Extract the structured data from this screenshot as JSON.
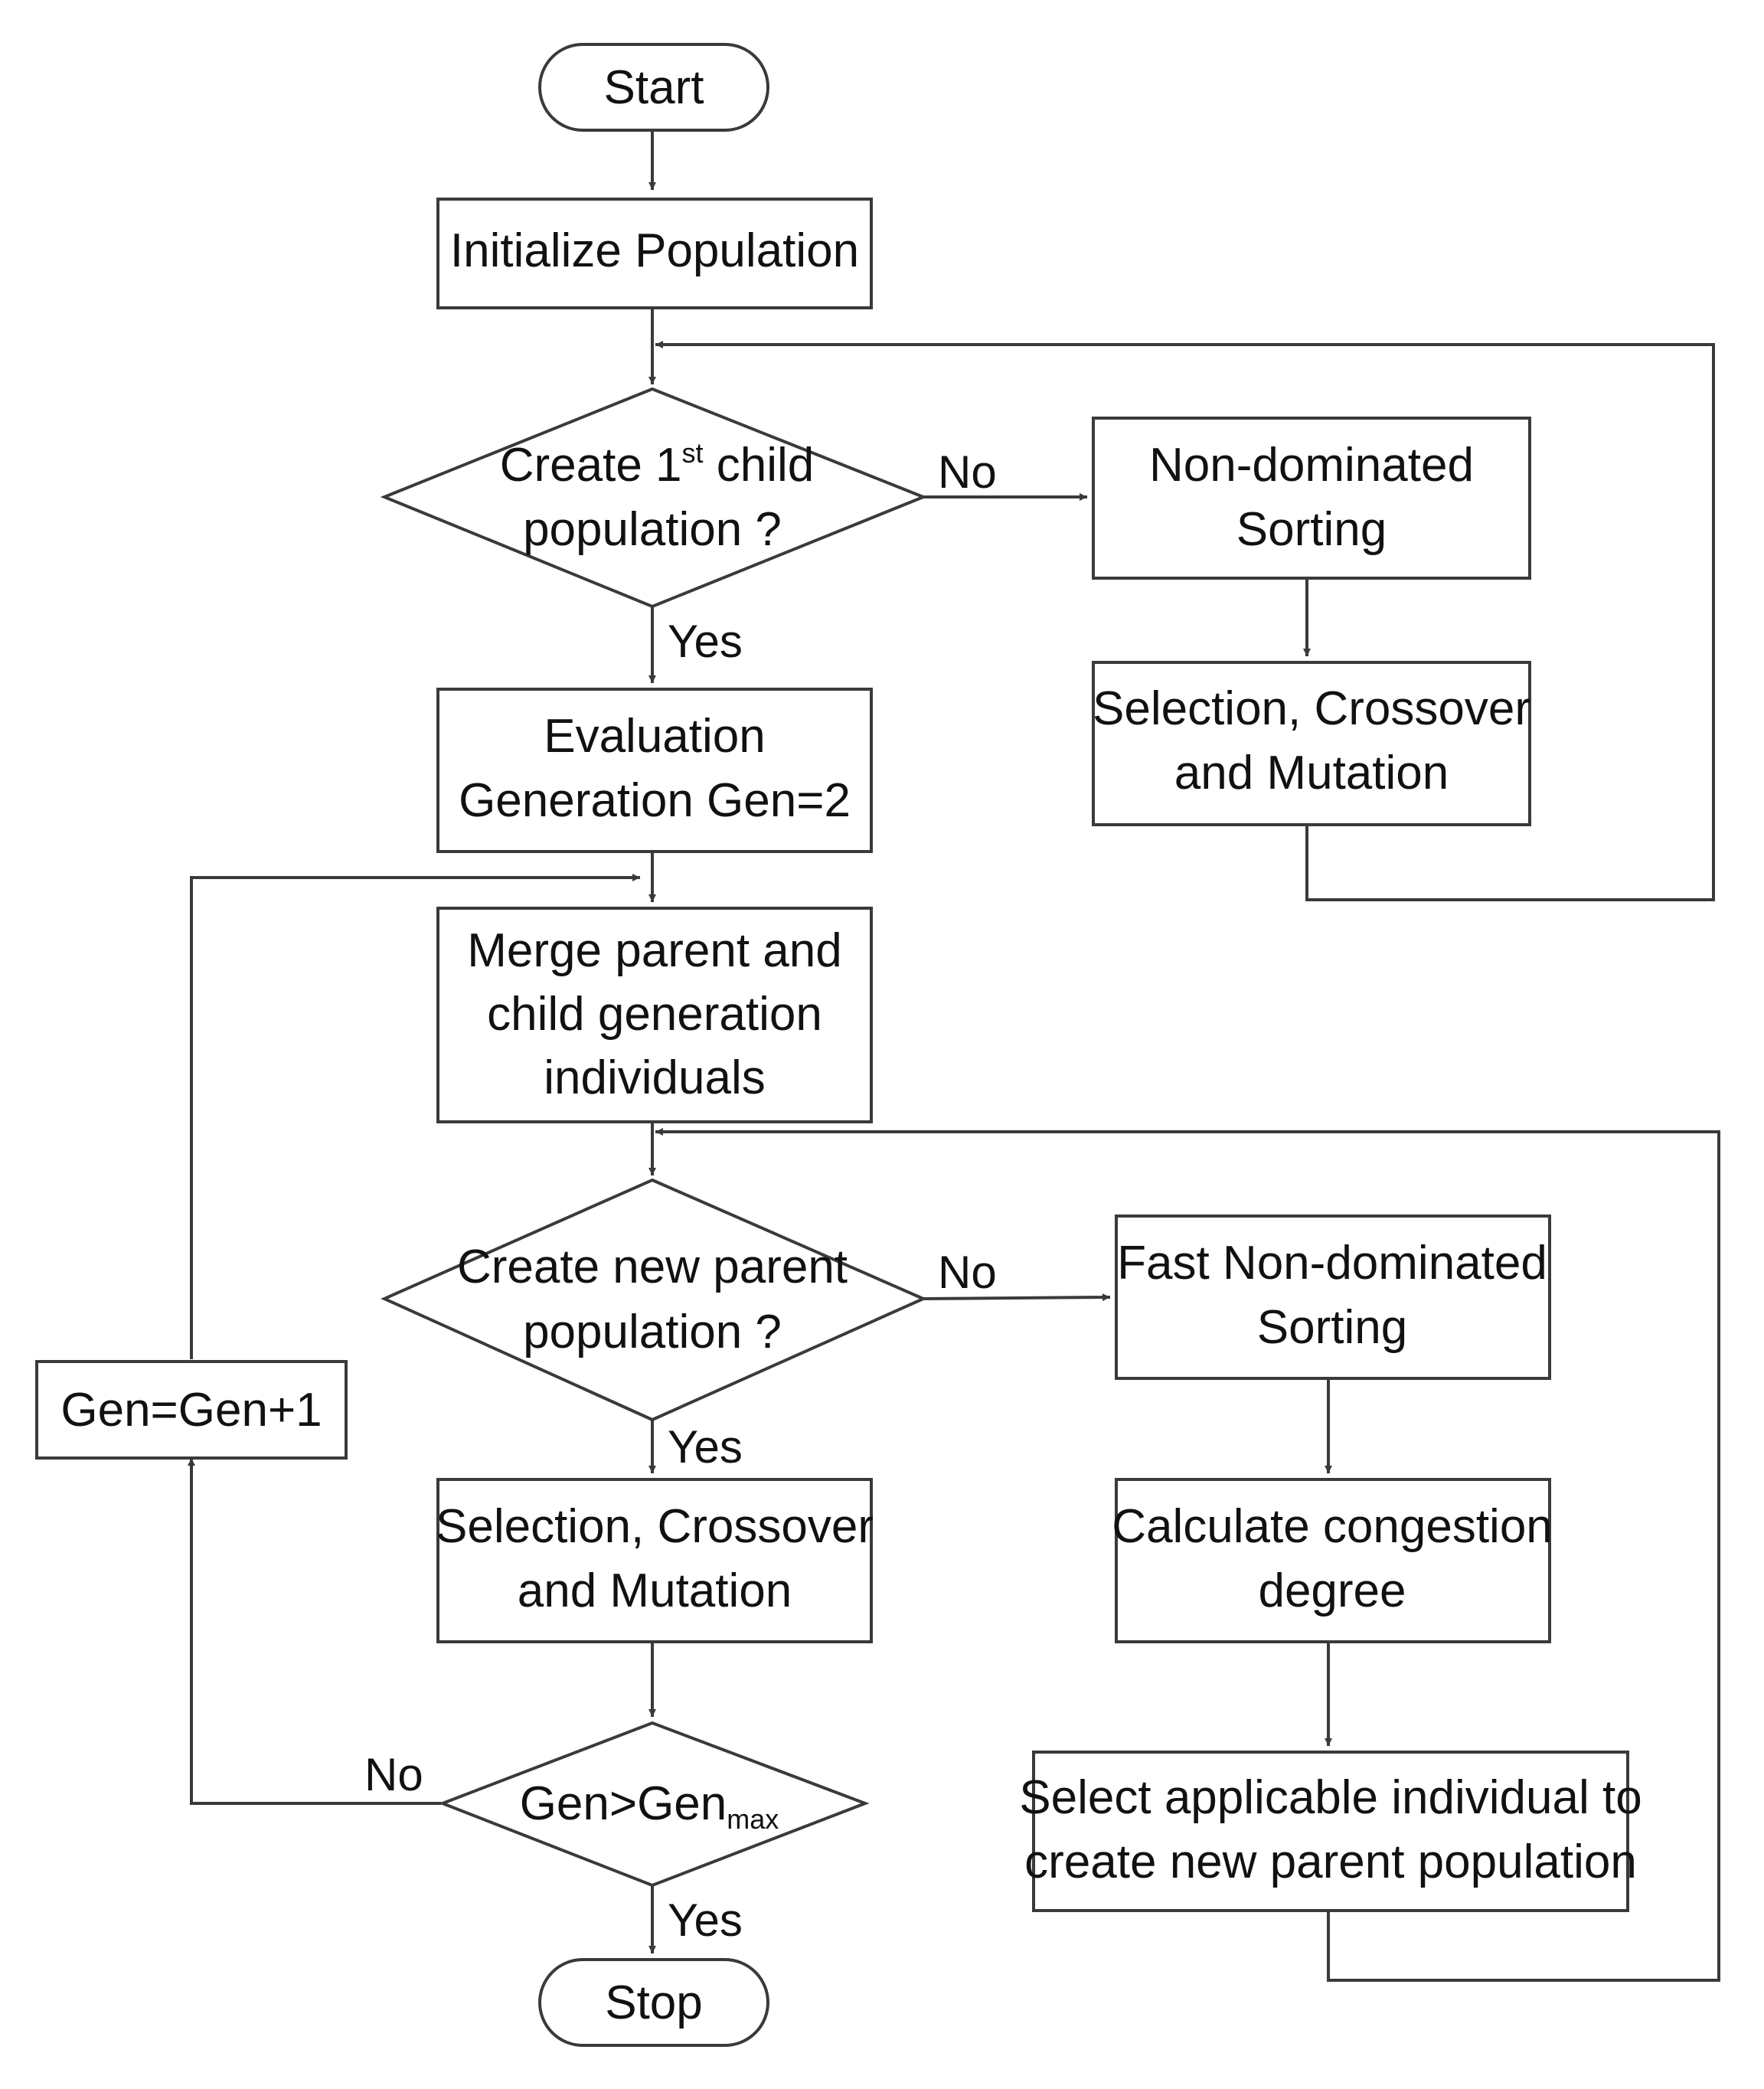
{
  "nodes": {
    "start": "Start",
    "init": "Initialize Population",
    "d1": {
      "l1_pre": "Create 1",
      "l1_sup": "st",
      "l1_post": " child",
      "l2": "population ?"
    },
    "nds": {
      "l1": "Non-dominated",
      "l2": "Sorting"
    },
    "sel1": {
      "l1": "Selection, Crossover",
      "l2": "and Mutation"
    },
    "eval": {
      "l1": "Evaluation",
      "l2": "Generation Gen=2"
    },
    "merge": {
      "l1": "Merge parent and",
      "l2": "child generation",
      "l3": "individuals"
    },
    "d2": {
      "l1": "Create new parent",
      "l2": "population ?"
    },
    "fnds": {
      "l1": "Fast Non-dominated",
      "l2": "Sorting"
    },
    "cong": {
      "l1": "Calculate congestion",
      "l2": "degree"
    },
    "selap": {
      "l1": "Select applicable individual to",
      "l2": "create new parent population"
    },
    "sel2": {
      "l1": "Selection, Crossover",
      "l2": "and Mutation"
    },
    "geninc": "Gen=Gen+1",
    "d3": {
      "pre": "Gen>Gen",
      "sub": "max"
    },
    "stop": "Stop"
  },
  "edges": {
    "d1_no": "No",
    "d1_yes": "Yes",
    "d2_no": "No",
    "d2_yes": "Yes",
    "d3_no": "No",
    "d3_yes": "Yes"
  }
}
